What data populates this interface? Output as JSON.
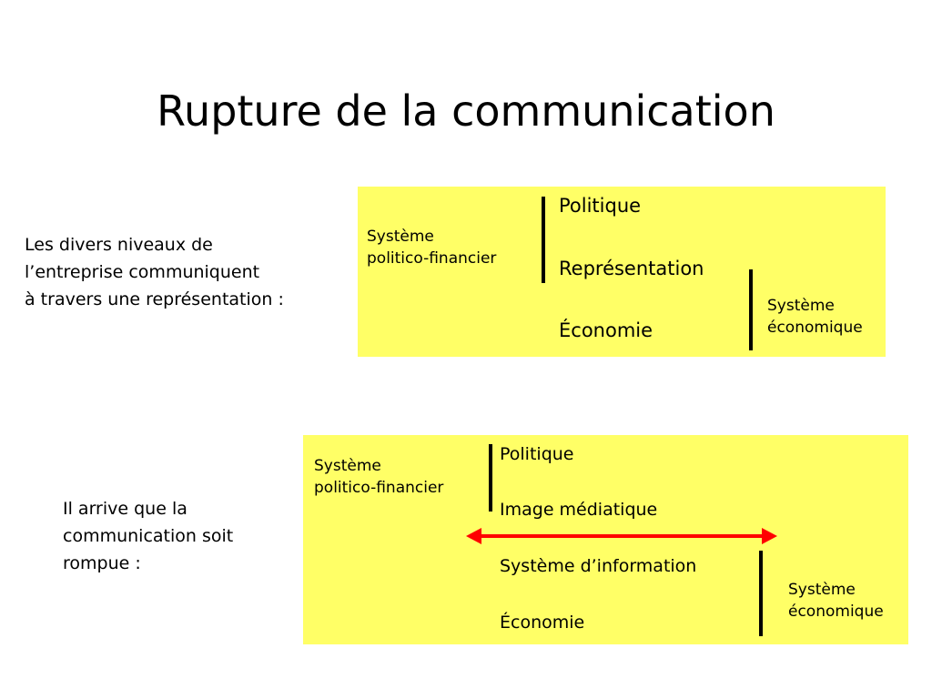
{
  "title": "Rupture de la communication",
  "colors": {
    "box": "#ffff66",
    "arrow": "#ff0000"
  },
  "top_section": {
    "intro": [
      "Les divers niveaux de",
      "l’entreprise communiquent",
      "à travers une représentation :"
    ],
    "left_label": [
      "Système",
      "politico-financier"
    ],
    "levels": [
      "Politique",
      "Représentation",
      "Économie"
    ],
    "right_label": [
      "Système",
      "économique"
    ]
  },
  "bottom_section": {
    "intro": [
      "Il arrive que la",
      "communication soit",
      "rompue :"
    ],
    "left_label": [
      "Système",
      "politico-financier"
    ],
    "levels": [
      "Politique",
      "Image médiatique",
      "Système d’information",
      "Économie"
    ],
    "right_label": [
      "Système",
      "économique"
    ]
  }
}
